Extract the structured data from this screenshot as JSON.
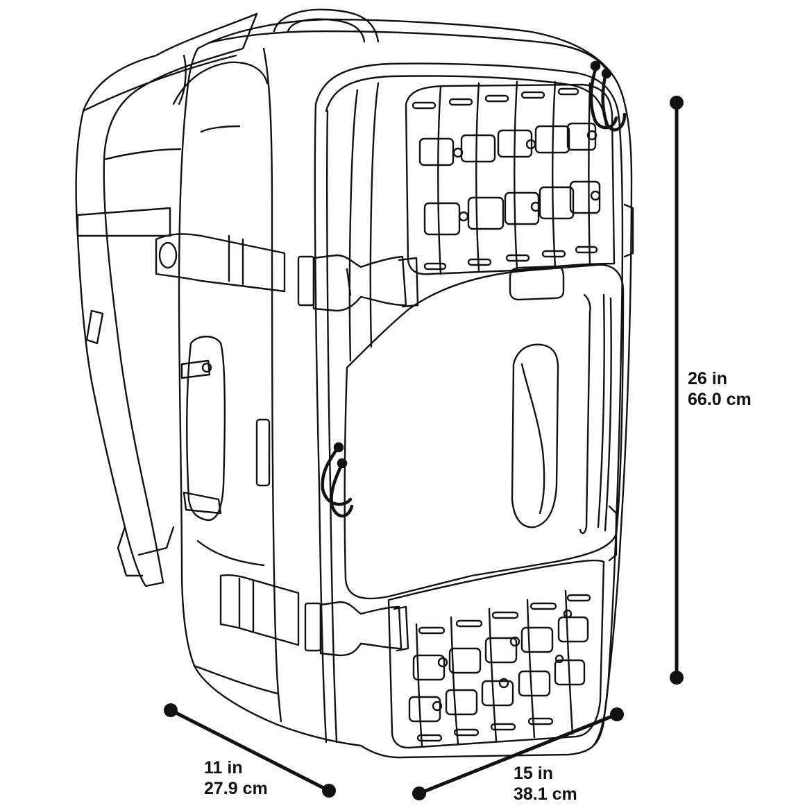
{
  "colors": {
    "outline": "#111111",
    "background": "#ffffff",
    "fill": "#ffffff"
  },
  "dimensions": {
    "height": {
      "imperial": "26 in",
      "metric": "66.0 cm"
    },
    "depth": {
      "imperial": "11 in",
      "metric": "27.9 cm"
    },
    "width": {
      "imperial": "15 in",
      "metric": "38.1 cm"
    }
  },
  "icons": [
    "backpack-line-drawing-icon",
    "dimension-line-icon",
    "zipper-pull-icon",
    "buckle-icon"
  ]
}
